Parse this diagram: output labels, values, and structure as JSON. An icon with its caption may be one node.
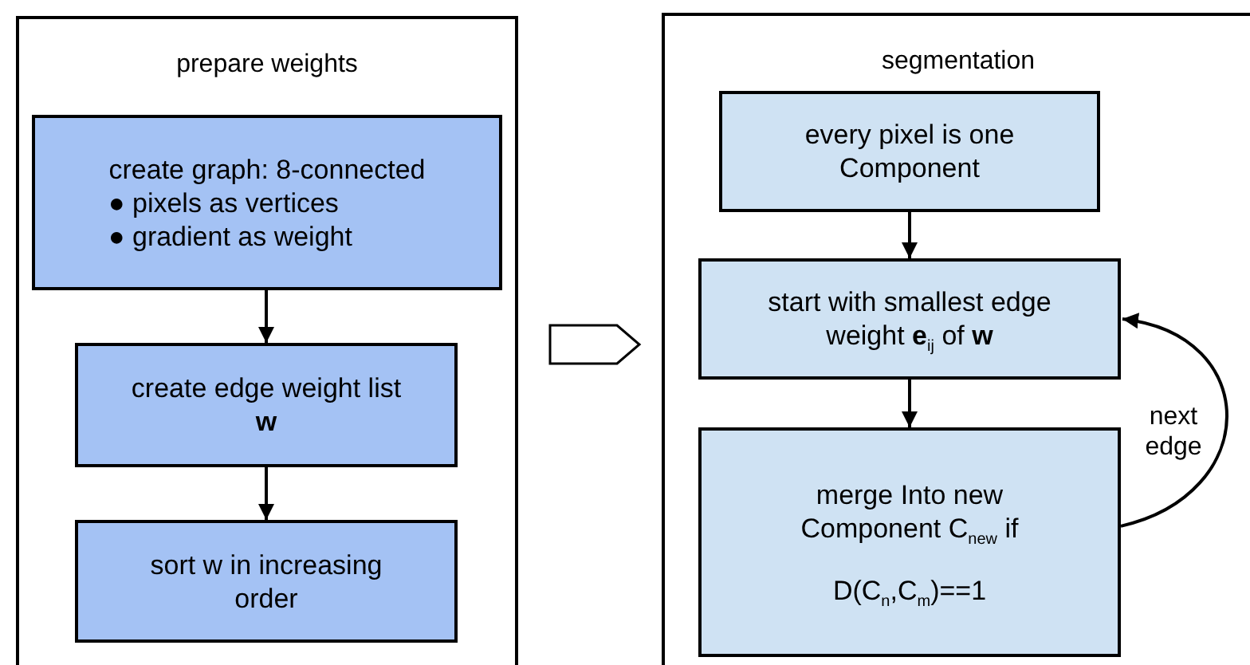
{
  "diagram": {
    "nodes": [
      {
        "text": [
          "prepare weights"
        ]
      },
      {
        "text": [
          "create graph: 8-connected",
          "● pixels as vertices",
          "● gradient as weight"
        ],
        "in": 0
      },
      {
        "text": [
          "create edge weight list **w**"
        ],
        "in": 0
      },
      {
        "text": [
          "sort w in increasing order"
        ],
        "in": 0
      },
      {
        "text": [
          "segmentation"
        ]
      },
      {
        "text": [
          "every pixel is one Component"
        ],
        "in": 4
      },
      {
        "text": [
          "start with smallest edge weight **e**$_{ij}$ of **w**"
        ],
        "in": 4
      },
      {
        "text": [
          "merge Into new Component C$_{new}$ if",
          "D(C$_{n}$,C$_{m}$)==1"
        ],
        "in": 4
      }
    ],
    "edges": [
      {
        "from": 1,
        "to": 2,
        "arrow": "to"
      },
      {
        "from": 2,
        "to": 3,
        "arrow": "to"
      },
      {
        "from": 0,
        "to": 4,
        "arrow": "to",
        "style": "thick"
      },
      {
        "from": 5,
        "to": 6,
        "arrow": "to"
      },
      {
        "from": 6,
        "to": 7,
        "arrow": "to"
      },
      {
        "from": 7,
        "to": 6,
        "arrow": "to",
        "label": "next edge"
      }
    ]
  }
}
